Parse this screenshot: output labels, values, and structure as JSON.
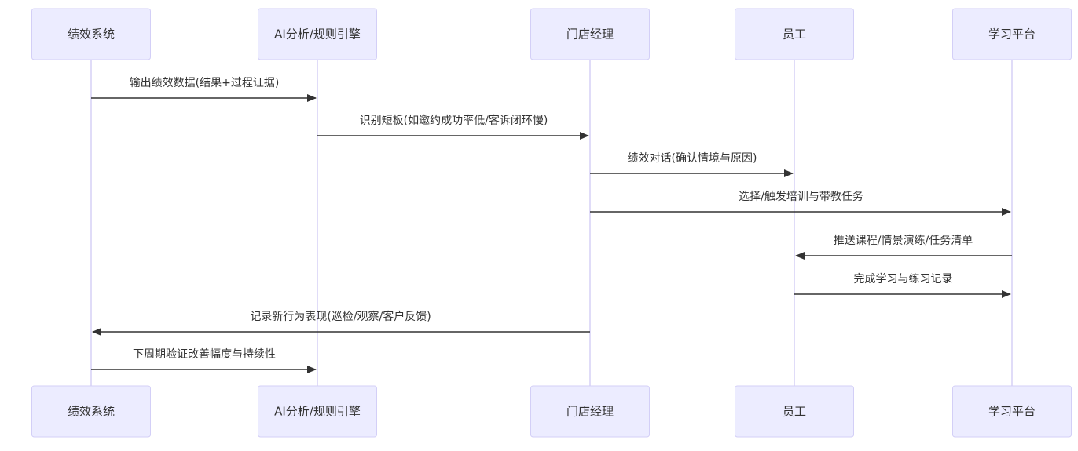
{
  "diagram": {
    "type": "sequence",
    "colors": {
      "actor_fill": "#ECECFF",
      "actor_stroke": "#D3CFF7",
      "lifeline": "#D6D0F5",
      "arrow": "#333333"
    },
    "actors": [
      {
        "id": "perf",
        "label": "绩效系统"
      },
      {
        "id": "ai",
        "label": "AI分析/规则引擎"
      },
      {
        "id": "mgr",
        "label": "门店经理"
      },
      {
        "id": "emp",
        "label": "员工"
      },
      {
        "id": "learn",
        "label": "学习平台"
      }
    ],
    "messages": [
      {
        "from": 0,
        "to": 1,
        "label": "输出绩效数据(结果+过程证据)"
      },
      {
        "from": 1,
        "to": 2,
        "label": "识别短板(如邀约成功率低/客诉闭环慢)"
      },
      {
        "from": 2,
        "to": 3,
        "label": "绩效对话(确认情境与原因)"
      },
      {
        "from": 2,
        "to": 4,
        "label": "选择/触发培训与带教任务"
      },
      {
        "from": 4,
        "to": 3,
        "label": "推送课程/情景演练/任务清单"
      },
      {
        "from": 3,
        "to": 4,
        "label": "完成学习与练习记录"
      },
      {
        "from": 2,
        "to": 0,
        "label": "记录新行为表现(巡检/观察/客户反馈)"
      },
      {
        "from": 0,
        "to": 1,
        "label": "下周期验证改善幅度与持续性"
      }
    ]
  }
}
